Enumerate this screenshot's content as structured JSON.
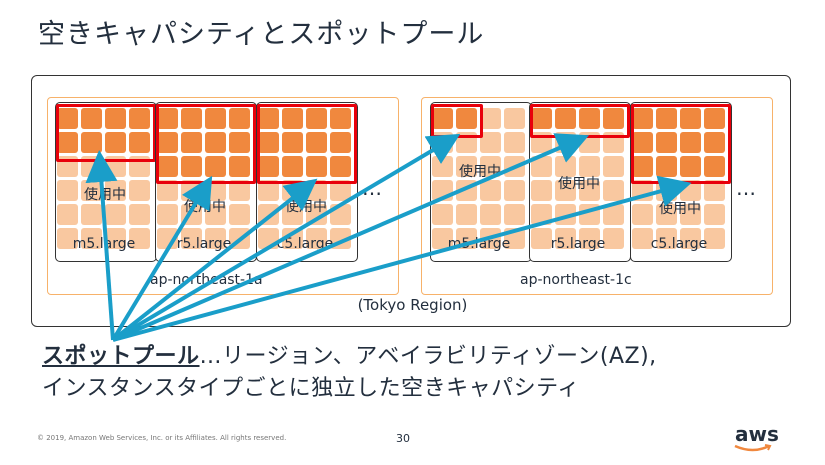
{
  "title": "空きキャパシティとスポットプール",
  "region_label": "(Tokyo Region)",
  "in_use_label": "使用中",
  "ellipsis": "…",
  "az": [
    {
      "name": "ap-northeast-1a",
      "pools": [
        "m5.large",
        "r5.large",
        "c5.large"
      ]
    },
    {
      "name": "ap-northeast-1c",
      "pools": [
        "m5.large",
        "r5.large",
        "c5.large"
      ]
    }
  ],
  "bottom": {
    "keyword": "スポットプール",
    "line1_rest": "…リージョン、アベイラビリティゾーン(AZ),",
    "line2": "インスタンスタイプごとに独立した空きキャパシティ"
  },
  "footer": "© 2019, Amazon Web Services, Inc. or its Affiliates. All rights reserved.",
  "page_number": "30",
  "logo_text": "aws",
  "colors": {
    "free": "#f0883e",
    "used": "#f9c8a0",
    "highlight": "#e8000b",
    "arrow": "#1a9ec9",
    "az_border": "#f7b26a"
  }
}
